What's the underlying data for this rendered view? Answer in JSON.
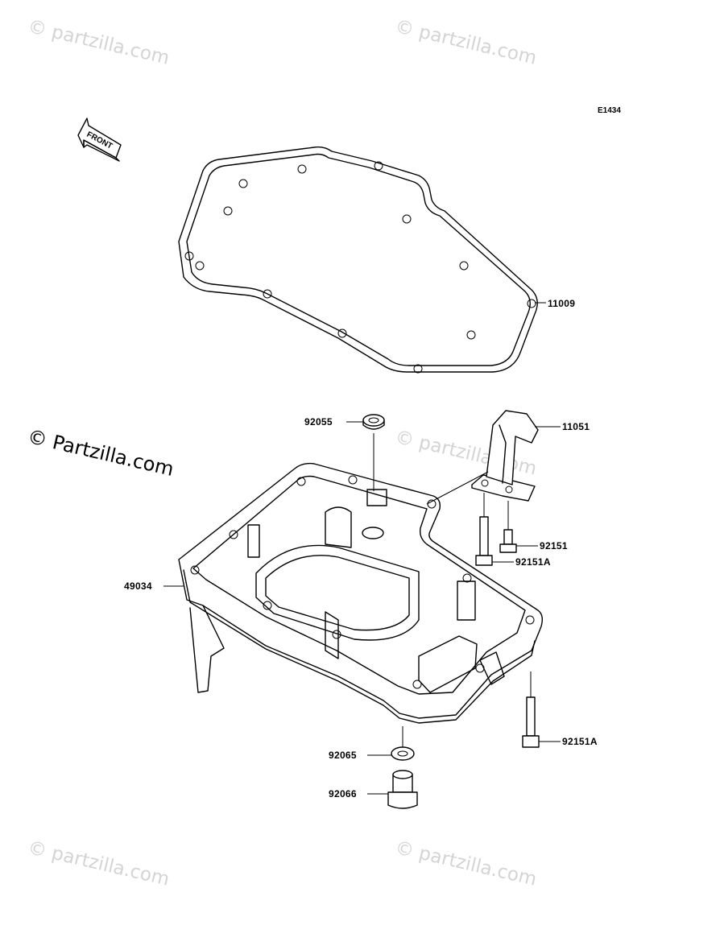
{
  "diagram": {
    "code": "E1434",
    "front_label": "FRONT",
    "parts": [
      {
        "number": "11009"
      },
      {
        "number": "92055"
      },
      {
        "number": "11051"
      },
      {
        "number": "92151"
      },
      {
        "number": "92151A"
      },
      {
        "number": "49034"
      },
      {
        "number": "92151A"
      },
      {
        "number": "92065"
      },
      {
        "number": "92066"
      }
    ]
  },
  "watermark": {
    "text": "© Partzilla.com",
    "faded_text": "© partzilla.com"
  }
}
